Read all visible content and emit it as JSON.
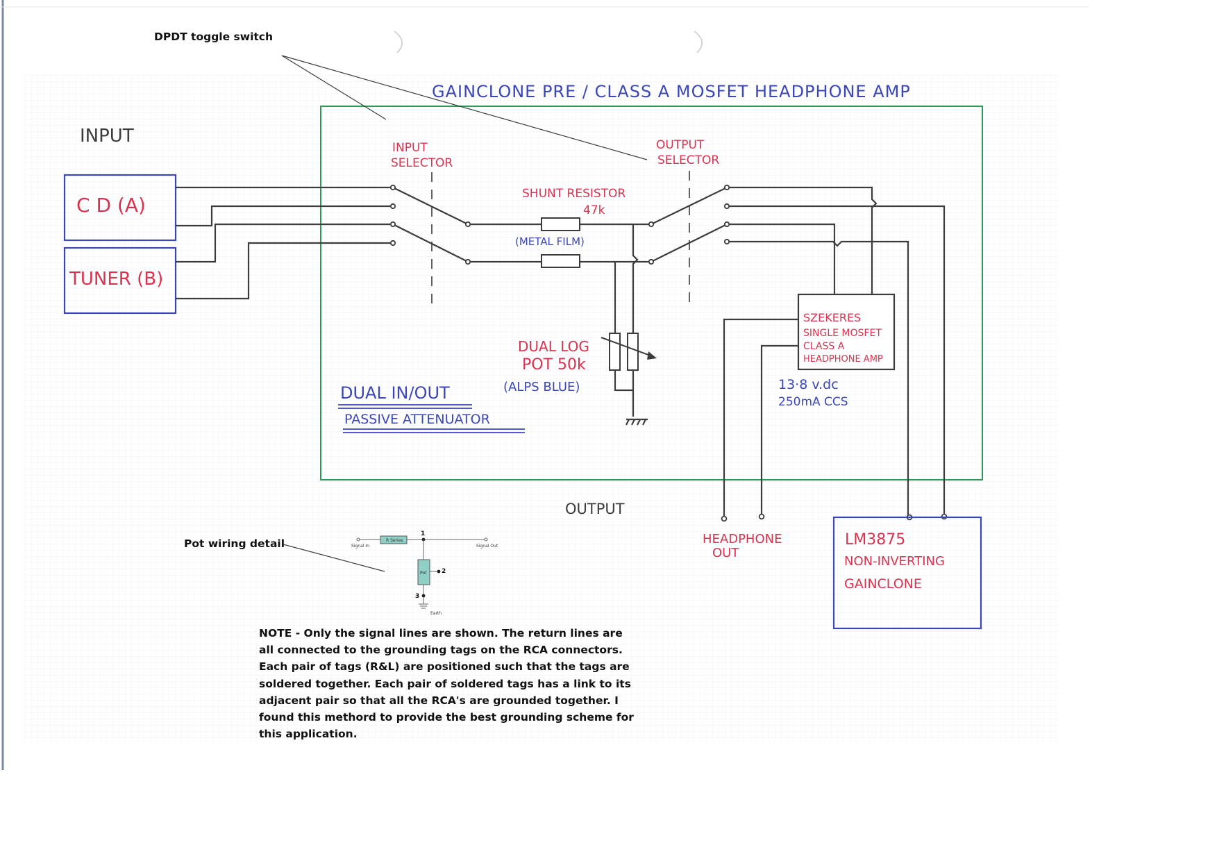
{
  "title": "GAINCLONE PRE / CLASS A MOSFET HEADPHONE AMP",
  "labels": {
    "input": "INPUT",
    "output": "OUTPUT",
    "cd": "C D (A)",
    "tuner": "TUNER (B)",
    "input_selector_1": "INPUT",
    "input_selector_2": "SELECTOR",
    "output_selector_1": "OUTPUT",
    "output_selector_2": "SELECTOR",
    "shunt_1": "SHUNT RESISTOR",
    "shunt_2": "47k",
    "shunt_3": "(METAL FILM)",
    "pot_1": "DUAL LOG",
    "pot_2": "POT 50k",
    "pot_3": "(ALPS BLUE)",
    "atten_1": "DUAL IN/OUT",
    "atten_2": "PASSIVE ATTENUATOR",
    "amp_1": "SZEKERES",
    "amp_2": "SINGLE MOSFET",
    "amp_3": "CLASS A",
    "amp_4": "HEADPHONE AMP",
    "supply_1": "13·8 v.dc",
    "supply_2": "250mA CCS",
    "hp_1": "HEADPHONE",
    "hp_2": "OUT",
    "gc_1": "LM3875",
    "gc_2": "NON-INVERTING",
    "gc_3": "GAINCLONE"
  },
  "callouts": {
    "dpdt": "DPDT toggle switch",
    "pot_detail": "Pot wiring detail"
  },
  "pot_detail": {
    "signal_in": "Signal In",
    "r_series": "R Series",
    "signal_out": "Signal Out",
    "pot": "Pot",
    "earth": "Earth",
    "node_1": "1",
    "node_2": "2",
    "node_3": "3"
  },
  "note": [
    "NOTE - Only the signal lines are shown.  The return lines are",
    "all connected to the grounding tags on the RCA connectors.",
    "Each pair of tags (R&L) are positioned such that the tags are",
    "soldered together.  Each pair of soldered tags has a link to its",
    "adjacent pair so that all the RCA's are grounded together.  I",
    "found this methord to provide the best grounding scheme for",
    "this application."
  ],
  "colors": {
    "red_ink": "#d8344f",
    "blue_ink": "#3b46b8",
    "green_box": "#2f9a5a",
    "wire": "#3c3c3c",
    "grid": "#e8f2f6"
  }
}
